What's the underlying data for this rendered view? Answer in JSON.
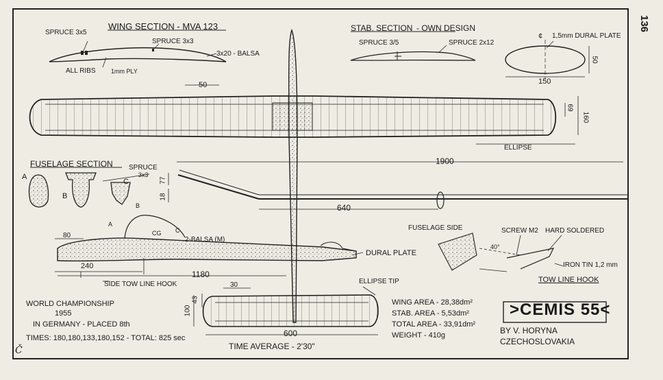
{
  "page_number": "136",
  "wing_section": {
    "title": "WING SECTION - MVA 123",
    "spruce_a": "SPRUCE 3x5",
    "spruce_b": "SPRUCE 3x3",
    "balsa": "3x20 - BALSA",
    "ribs": "ALL RIBS",
    "ribs_ply": "1mm PLY"
  },
  "stab_section": {
    "title": "STAB. SECTION",
    "title_suffix": "- OWN DESIGN",
    "spruce_a": "SPRUCE 3/5",
    "spruce_b": "SPRUCE 2x12"
  },
  "dural_plate_detail": {
    "centerline": "¢",
    "label": "1,5mm DURAL PLATE",
    "dim_h": "50",
    "dim_w": "150"
  },
  "wing": {
    "dim_rib_spacing": "50",
    "dim_chord": "69",
    "dim_tip": "160",
    "ellipse": "ELLIPSE",
    "span": "1900",
    "dihedral_a": "77",
    "dihedral_b": "18",
    "panel": "640"
  },
  "fuselage_section": {
    "title": "FUSELAGE SECTION",
    "a": "A",
    "b": "B",
    "c": "C",
    "spruce": "SPRUCE",
    "spruce_size": "3x3",
    "balsa": "2-BALSA (M)"
  },
  "fuselage": {
    "dim_80": "80",
    "dim_240": "240",
    "cg": "CG",
    "length": "1180",
    "tow_hook": "SIDE TOW LINE HOOK",
    "dural": "DURAL PLATE",
    "mark_a": "A",
    "mark_b": "B",
    "mark_c": "C"
  },
  "tow_hook_detail": {
    "fuselage_side": "FUSELAGE SIDE",
    "screw": "SCREW M2",
    "soldered": "HARD SOLDERED",
    "iron": "IRON TIN 1,2 mm",
    "title": "TOW LINE HOOK",
    "angle": "40°"
  },
  "stabilizer": {
    "dim_30": "30",
    "dim_43": "43",
    "dim_100": "100",
    "span": "600",
    "tip": "ELLIPSE TIP"
  },
  "record": {
    "line1": "WORLD CHAMPIONSHIP",
    "line2": "1955",
    "line3": "IN GERMANY - PLACED 8th",
    "line4": "TIMES: 180,180,133,180,152 - TOTAL: 825 sec",
    "average": "TIME AVERAGE - 2'30\""
  },
  "areas": {
    "wing": "WING AREA - 28,38dm²",
    "stab": "STAB. AREA - 5,53dm²",
    "total": "TOTAL AREA - 33,91dm²",
    "weight": "WEIGHT - 410g"
  },
  "title": {
    "name": ">CEMIS 55<",
    "by": "BY V. HORYNA",
    "country": "CZECHOSLOVAKIA"
  },
  "signature": "Č"
}
